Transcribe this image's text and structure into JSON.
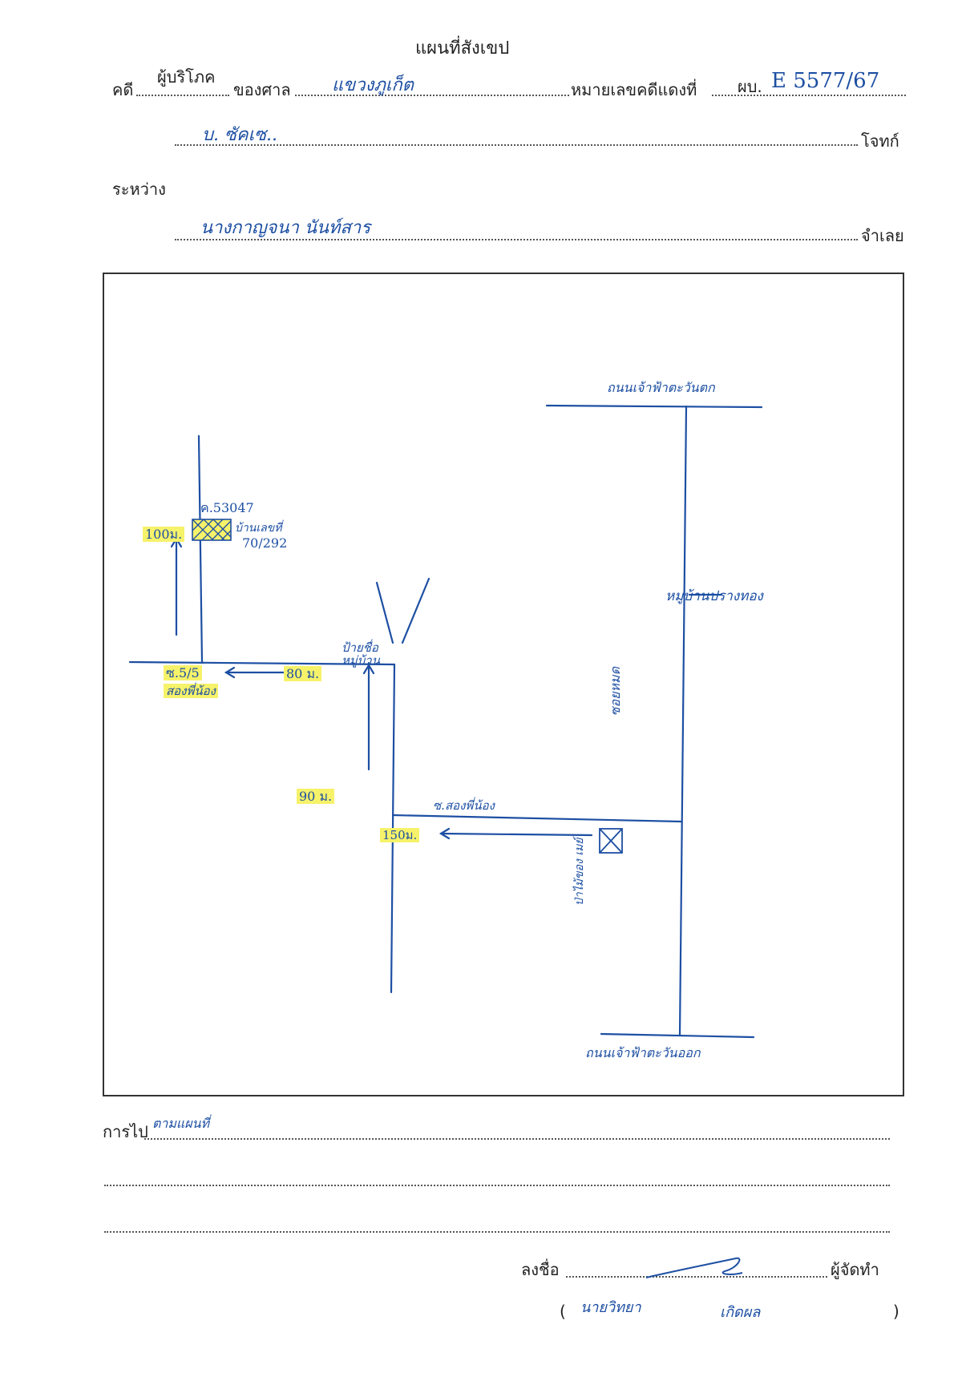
{
  "header": {
    "title": "แผนที่สังเขป",
    "case_prefix": "คดี",
    "case_type": "ผู้บริโภค",
    "court_label": "ของศาล",
    "court_name": "แขวงภูเก็ต",
    "red_no_label": "หมายเลขคดีแดงที่",
    "red_no_prefix": "ผบ.",
    "red_no_value": "E 5577/67",
    "plaintiff_value": "บ. ซัคเซ..",
    "plaintiff_label": "โจทก์",
    "between_label": "ระหว่าง",
    "defendant_value": "นางกาญจนา นันท์สาร",
    "defendant_label": "จำเลย"
  },
  "map": {
    "road_top_right": "ถนนเจ้าฟ้าตะวันตก",
    "road_bottom_right": "ถนนเจ้าฟ้าตะวันออก",
    "village_right": "หมู่บ้านปรางทอง",
    "road_vertical": "ซอยหมด",
    "road_horizontal": "ซ.สองพี่น้อง",
    "village_sign": "ป้ายชื่อหมู่บ้าน",
    "plot_id": "ค.53047",
    "house_label": "บ้านเลขที่",
    "house_no": "70/292",
    "dist_100": "100ม.",
    "soi_id": "ซ.5/5",
    "soi_name": "สองพี่น้อง",
    "dist_80": "80 ม.",
    "dist_90": "90 ม.",
    "dist_150": "150ม.",
    "landmark": "ป่าไม้ของ เมย์"
  },
  "footer": {
    "travel_label": "การไป",
    "travel_value": "ตามแผนที่",
    "sign_label": "ลงชื่อ",
    "preparer_label": "ผู้จัดทำ",
    "sign_name_first": "นายวิทยา",
    "sign_name_last": "เกิดผล",
    "paren_open": "(",
    "paren_close": ")"
  }
}
